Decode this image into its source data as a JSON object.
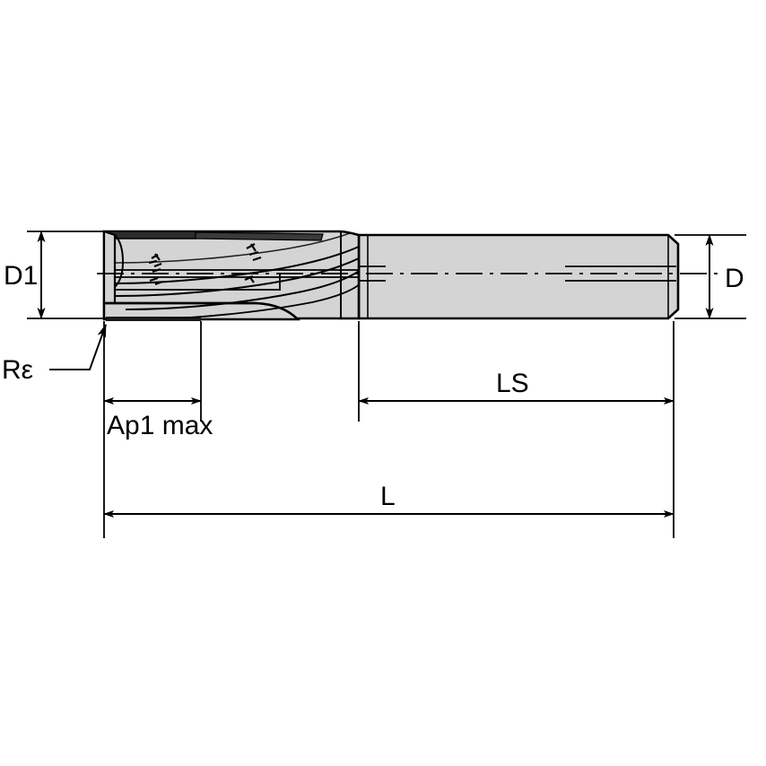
{
  "drawing": {
    "type": "engineering-side-elevation",
    "subject": "solid-carbide-end-mill",
    "background_color": "#ffffff",
    "line_color": "#000000",
    "body_fill_color": "#d4d4d4",
    "body_fill_color_dark": "#1a1a1a",
    "dimensions": {
      "cutting_diameter": {
        "label": "D1",
        "orientation": "vertical",
        "position": "left"
      },
      "shank_diameter": {
        "label": "D",
        "orientation": "vertical",
        "position": "right"
      },
      "corner_radius": {
        "label": "Rε",
        "orientation": "leader",
        "position": "lower-left"
      },
      "depth_of_cut": {
        "label": "Ap1 max",
        "orientation": "horizontal",
        "position": "below-cutting-head"
      },
      "shank_length": {
        "label": "LS",
        "orientation": "horizontal",
        "position": "below-shank"
      },
      "overall_length": {
        "label": "L",
        "orientation": "horizontal",
        "position": "bottom"
      }
    }
  }
}
